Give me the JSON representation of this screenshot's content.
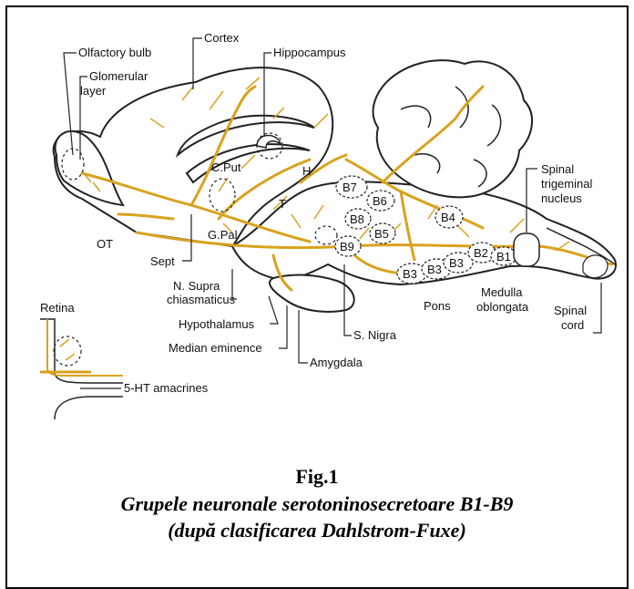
{
  "labels": {
    "olfactory_bulb": "Olfactory bulb",
    "glomerular_layer_1": "Glomerular",
    "glomerular_layer_2": "layer",
    "cortex": "Cortex",
    "hippocampus": "Hippocampus",
    "c_put": "C.Put",
    "h": "H",
    "t": "T",
    "ot": "OT",
    "sept": "Sept",
    "g_pal": "G.Pal",
    "n_supra_1": "N. Supra",
    "n_supra_2": "chiasmaticus",
    "hypothalamus": "Hypothalamus",
    "median_eminence": "Median eminence",
    "amygdala": "Amygdala",
    "s_nigra": "S. Nigra",
    "pons": "Pons",
    "medulla_1": "Medulla",
    "medulla_2": "oblongata",
    "spinal_trig_1": "Spinal",
    "spinal_trig_2": "trigeminal",
    "spinal_trig_3": "nucleus",
    "spinal_cord_1": "Spinal",
    "spinal_cord_2": "cord",
    "retina": "Retina",
    "amacrines": "5-HT amacrines"
  },
  "nuclei": [
    "B1",
    "B2",
    "B3",
    "B3",
    "B3",
    "B4",
    "B5",
    "B6",
    "B7",
    "B8",
    "B9"
  ],
  "caption": {
    "fig_number": "Fig.1",
    "line1": "Grupele neuronale serotoninosecretoare B1-B9",
    "line2": "(după clasificarea Dahlstrom-Fuxe)"
  },
  "colors": {
    "pathway": "#d9a21e",
    "outline": "#222222"
  }
}
